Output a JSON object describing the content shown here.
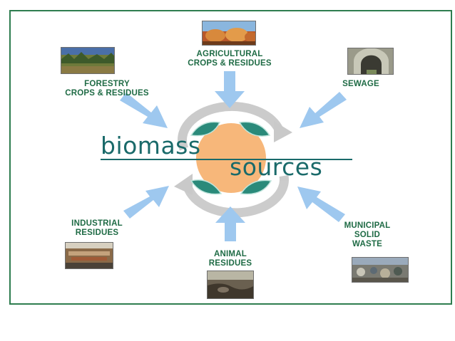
{
  "title": {
    "line1": "biomass",
    "line2": "sources"
  },
  "sources": {
    "agricultural": {
      "line1": "AGRICULTURAL",
      "line2": "CROPS & RESIDUES"
    },
    "forestry": {
      "line1": "FORESTRY",
      "line2": "CROPS & RESIDUES"
    },
    "sewage": {
      "line1": "SEWAGE"
    },
    "industrial": {
      "line1": "INDUSTRIAL",
      "line2": "RESIDUES"
    },
    "animal": {
      "line1": "ANIMAL",
      "line2": "RESIDUES"
    },
    "municipal": {
      "line1": "MUNICIPAL",
      "line2": "SOLID",
      "line3": "WASTE"
    }
  },
  "colors": {
    "label": "#1f6b45",
    "arrow": "#9ec8ef",
    "title": "#1a6a6a",
    "center_circle": "#f7b77a",
    "cycle_ring": "#c9c9c9",
    "leaf": "#2a8a7a",
    "frame_border": "#2e7d4f"
  }
}
